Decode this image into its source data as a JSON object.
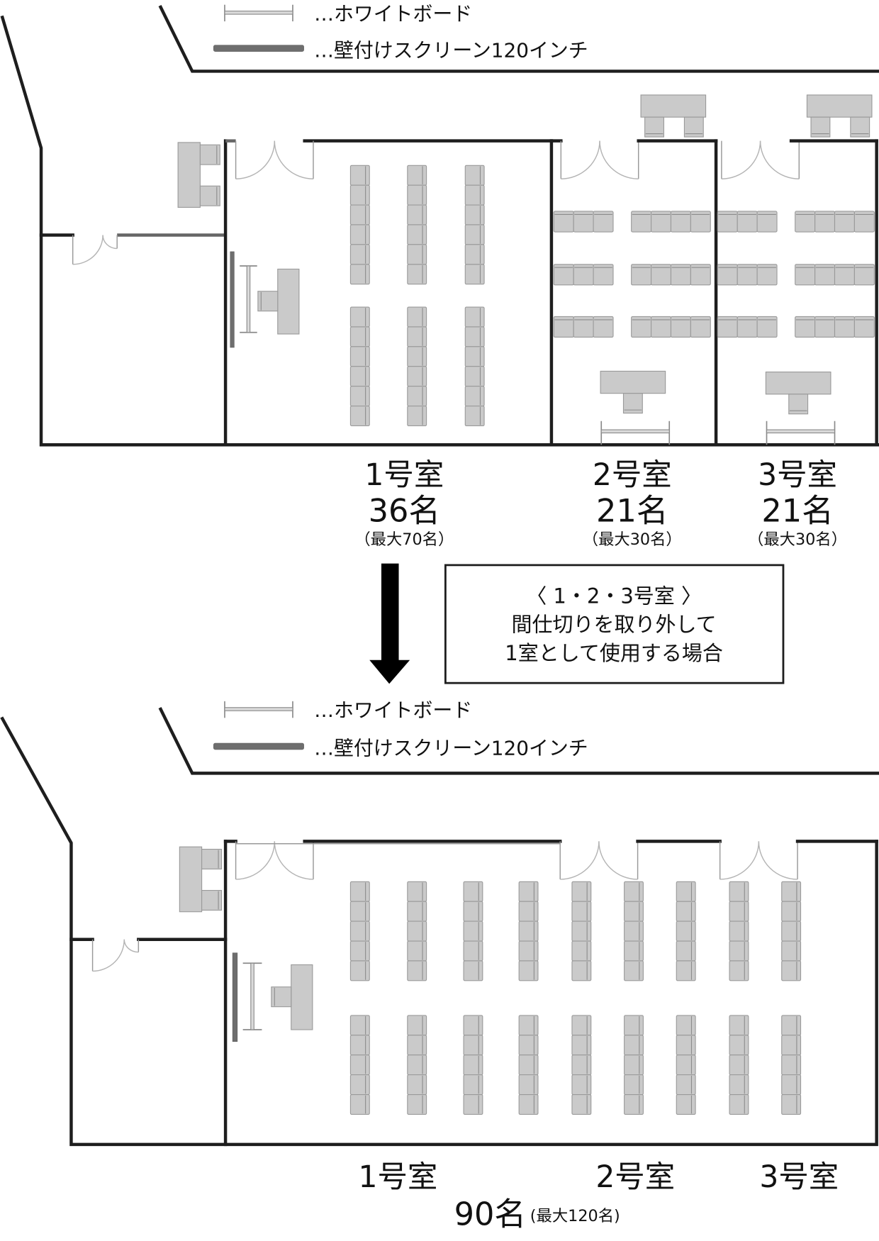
{
  "legend": {
    "whiteboard_label": "…ホワイトボード",
    "screen_label": "…壁付けスクリーン120インチ"
  },
  "before": {
    "rooms": [
      {
        "name": "1号室",
        "capacity": "36名",
        "max": "（最大70名）"
      },
      {
        "name": "2号室",
        "capacity": "21名",
        "max": "（最大30名）"
      },
      {
        "name": "3号室",
        "capacity": "21名",
        "max": "（最大30名）"
      }
    ]
  },
  "note": {
    "line1": "〈 1・2・3号室 〉",
    "line2": "間仕切りを取り外して",
    "line3": "1室として使用する場合"
  },
  "after": {
    "rooms": [
      {
        "name": "1号室"
      },
      {
        "name": "2号室"
      },
      {
        "name": "3号室"
      }
    ],
    "capacity": "90名",
    "max": "(最大120名)"
  },
  "colors": {
    "wall": "#1e1e1e",
    "furniture": "#cacaca",
    "screen": "#6e6e6e",
    "partition": "#666666"
  }
}
